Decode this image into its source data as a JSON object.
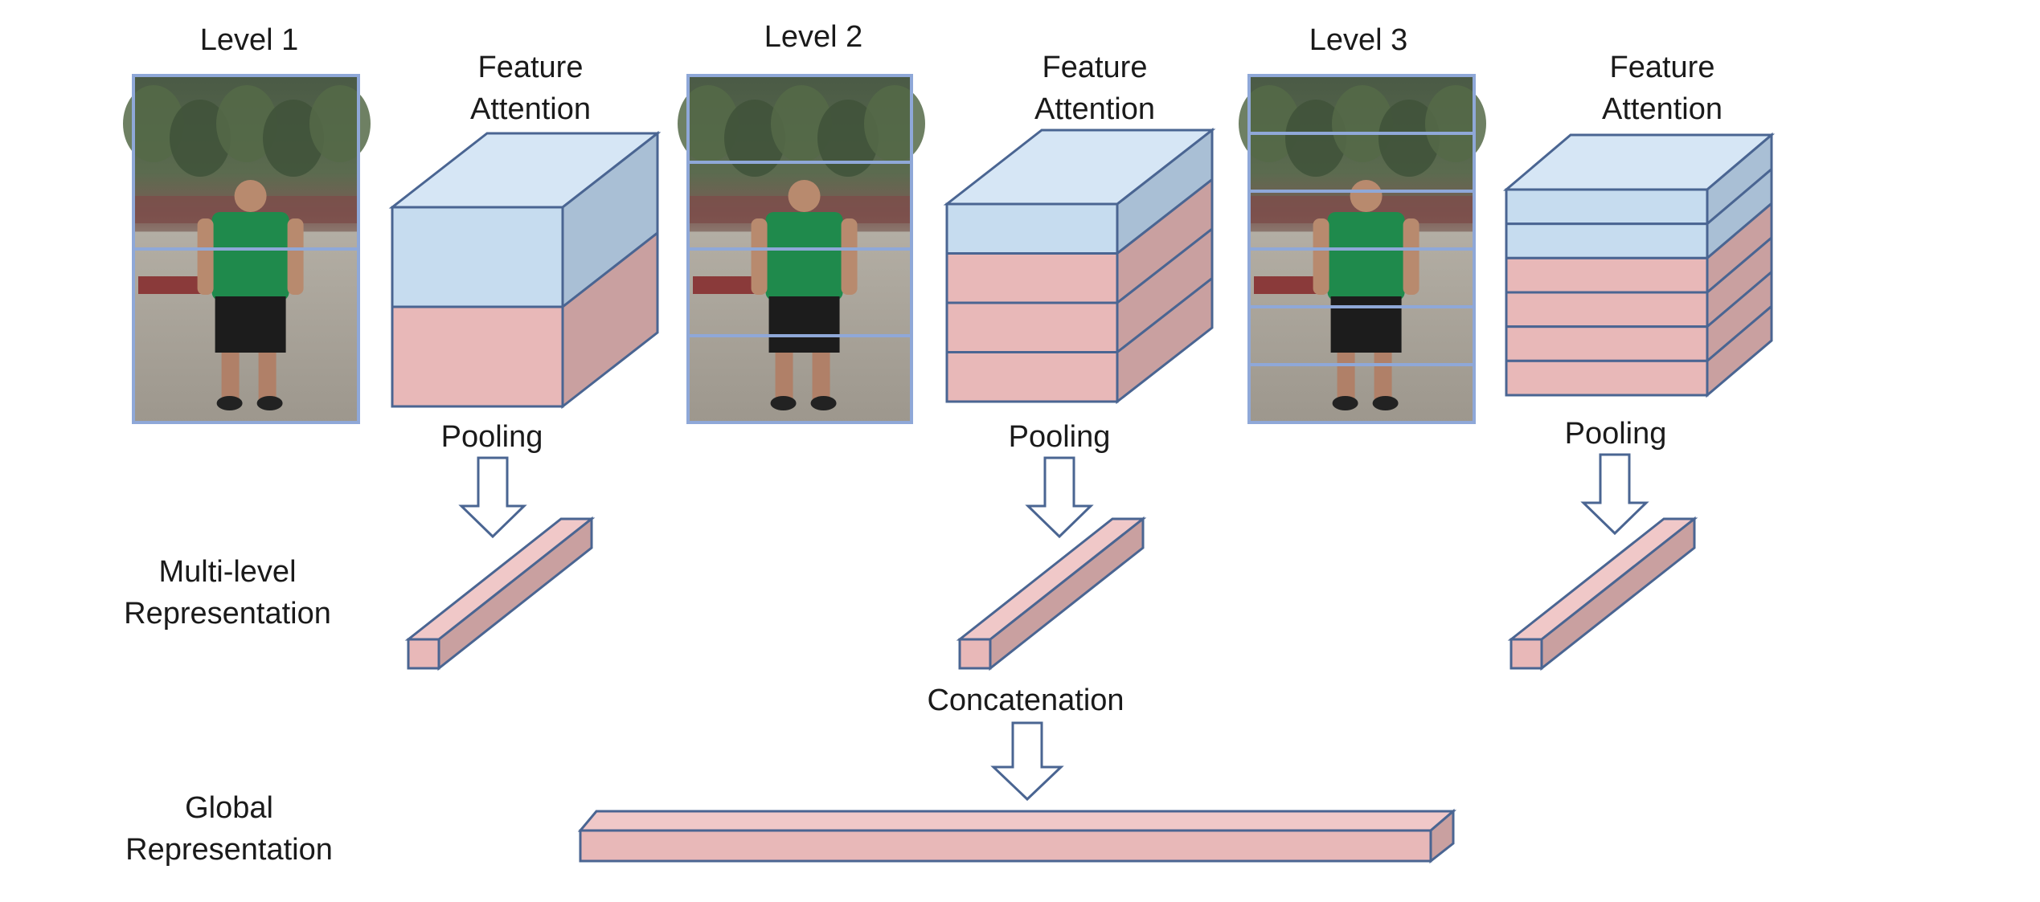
{
  "labels": {
    "level1": "Level 1",
    "level2": "Level 2",
    "level3": "Level 3",
    "fa1_line1": "Feature",
    "fa1_line2": "Attention",
    "fa2_line1": "Feature",
    "fa2_line2": "Attention",
    "fa3_line1": "Feature",
    "fa3_line2": "Attention",
    "pooling1": "Pooling",
    "pooling2": "Pooling",
    "pooling3": "Pooling",
    "multilevel_line1": "Multi-level",
    "multilevel_line2": "Representation",
    "concatenation": "Concatenation",
    "global_line1": "Global",
    "global_line2": "Representation"
  },
  "levels": [
    {
      "stripes": 2,
      "attention_blocks": {
        "blue": 1,
        "pink": 1
      }
    },
    {
      "stripes": 4,
      "attention_blocks": {
        "blue": 1,
        "pink": 3
      }
    },
    {
      "stripes": 6,
      "attention_blocks": {
        "blue": 2,
        "pink": 4
      }
    }
  ],
  "colors": {
    "frame_border": "#8fa8d8",
    "block_blue_front": "#c6dcef",
    "block_blue_top": "#d6e6f5",
    "block_blue_side": "#a9bfd5",
    "block_pink_front": "#e8b8b8",
    "block_pink_top": "#f0c8c8",
    "block_pink_side": "#c9a0a0",
    "outline": "#4a6592"
  }
}
